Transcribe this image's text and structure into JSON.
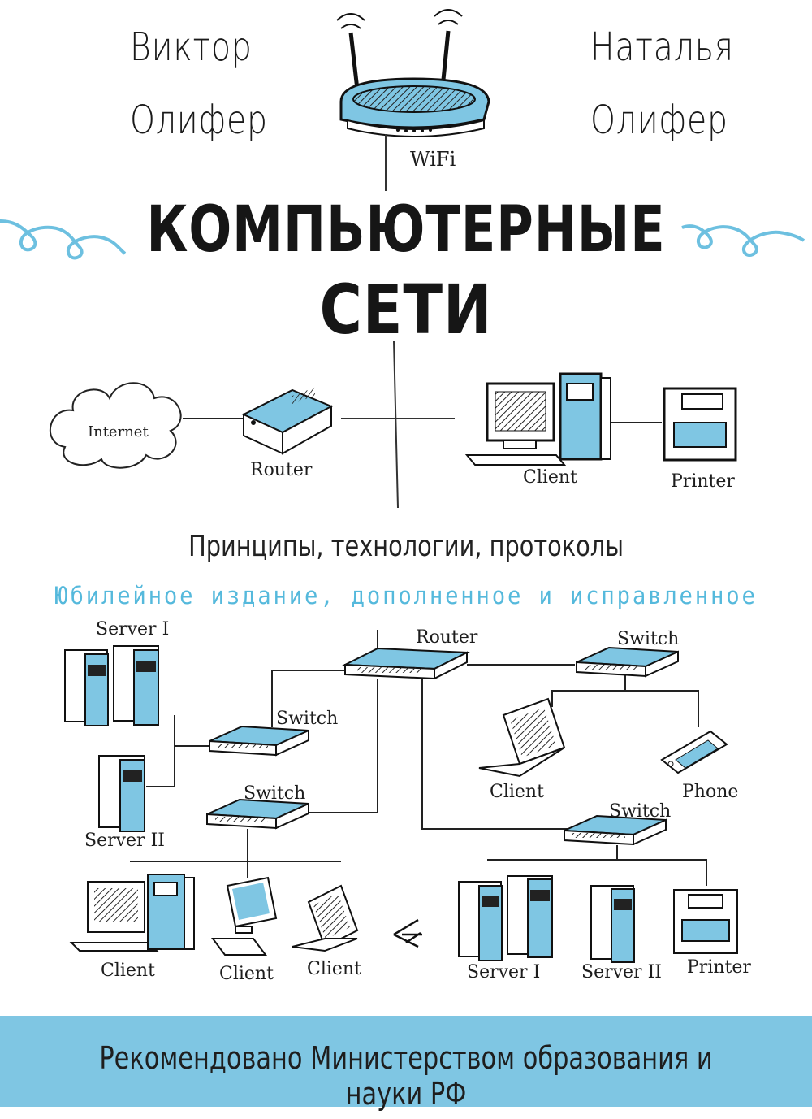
{
  "authors": {
    "left": {
      "first": "Виктор",
      "last": "Олифер"
    },
    "right": {
      "first": "Наталья",
      "last": "Олифер"
    }
  },
  "wifi_label": "WiFi",
  "title": {
    "line1": "Компьютерные",
    "line2": "сети"
  },
  "subtitle": "Принципы, технологии, протоколы",
  "edition": "Юбилейное издание, дополненное и исправленное",
  "top_diagram": {
    "internet": "Internet",
    "router": "Router",
    "client": "Client",
    "printer": "Printer"
  },
  "bottom_diagram": {
    "router": "Router",
    "switch_top_right": "Switch",
    "switch_mid": "Switch",
    "switch_left": "Switch",
    "switch_bottom_right": "Switch",
    "server1_left": "Server I",
    "server2_left": "Server II",
    "client_laptop_right": "Client",
    "phone": "Phone",
    "client1": "Client",
    "client2": "Client",
    "client3": "Client",
    "server1_right": "Server I",
    "server2_right": "Server II",
    "printer_right": "Printer"
  },
  "banner": "Рекомендовано Министерством образования и науки РФ",
  "colors": {
    "accent": "#7fc6e3",
    "edition": "#55b9dc",
    "ink": "#1a1a1a"
  }
}
